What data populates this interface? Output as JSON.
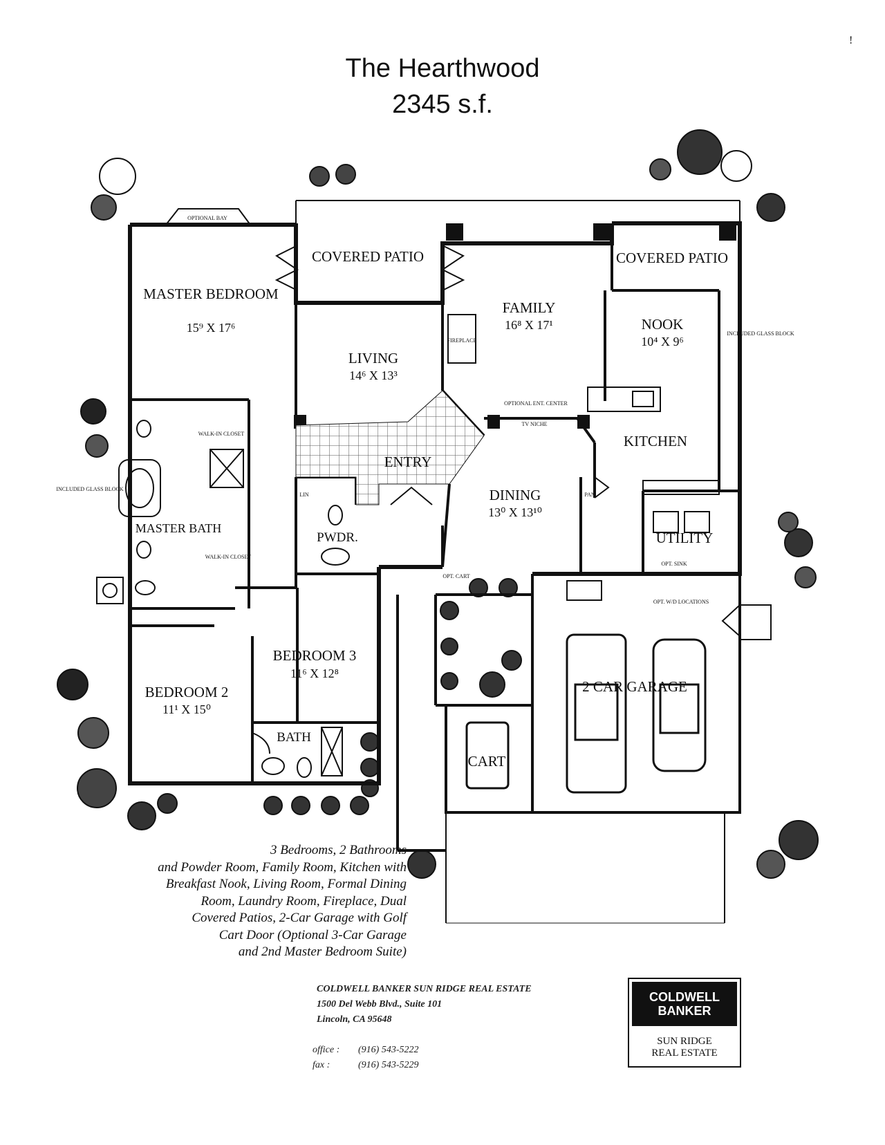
{
  "title": "The Hearthwood",
  "square_footage": "2345 s.f.",
  "rooms": {
    "master_bedroom": {
      "name": "MASTER BEDROOM",
      "dims": "15⁹ X 17⁶"
    },
    "covered_patio_left": {
      "name": "COVERED PATIO"
    },
    "covered_patio_right": {
      "name": "COVERED PATIO"
    },
    "family": {
      "name": "FAMILY",
      "dims": "16⁸ X 17¹"
    },
    "nook": {
      "name": "NOOK",
      "dims": "10⁴ X 9⁶"
    },
    "living": {
      "name": "LIVING",
      "dims": "14⁶ X 13³"
    },
    "kitchen": {
      "name": "KITCHEN"
    },
    "entry": {
      "name": "ENTRY"
    },
    "dining": {
      "name": "DINING",
      "dims": "13⁰ X 13¹⁰"
    },
    "master_bath": {
      "name": "MASTER BATH"
    },
    "powder": {
      "name": "PWDR."
    },
    "utility": {
      "name": "UTILITY"
    },
    "bedroom3": {
      "name": "BEDROOM 3",
      "dims": "11⁶ X 12⁸"
    },
    "bedroom2": {
      "name": "BEDROOM 2",
      "dims": "11¹ X 15⁰"
    },
    "bath": {
      "name": "BATH"
    },
    "garage": {
      "name": "2 CAR GARAGE"
    },
    "cart": {
      "name": "CART"
    }
  },
  "small_labels": {
    "optional_bay": "OPTIONAL BAY",
    "walk_in_closet_1": "WALK-IN CLOSET",
    "walk_in_closet_2": "WALK-IN CLOSET",
    "included_glass_block_left": "INCLUDED GLASS BLOCK",
    "included_glass_block_right": "INCLUDED GLASS BLOCK",
    "fireplace": "FIREPLACE",
    "optional_ent_center": "OPTIONAL ENT. CENTER",
    "tv_niche": "TV NICHE",
    "linen": "LIN",
    "pantry": "PAN",
    "opt_sink": "OPT. SINK",
    "opt_wd_locations": "OPT. W/D LOCATIONS",
    "opt_cart": "OPT. CART"
  },
  "description": [
    "3 Bedrooms, 2 Bathrooms",
    "and Powder Room, Family Room, Kitchen with",
    "Breakfast Nook, Living Room, Formal Dining",
    "Room, Laundry Room, Fireplace, Dual",
    "Covered Patios, 2-Car Garage with Golf",
    "Cart Door (Optional 3-Car Garage",
    "and 2nd Master Bedroom Suite)"
  ],
  "agency": {
    "name": "COLDWELL BANKER SUN RIDGE REAL ESTATE",
    "address_line1": "1500 Del Webb Blvd., Suite 101",
    "address_line2": "Lincoln, CA 95648",
    "office_label": "office :",
    "office_phone": "(916) 543-5222",
    "fax_label": "fax :",
    "fax_phone": "(916) 543-5229"
  },
  "logo": {
    "line1": "COLDWELL",
    "line2": "BANKER",
    "sub1": "SUN RIDGE",
    "sub2": "REAL ESTATE"
  },
  "corner_mark": "!",
  "colors": {
    "ink": "#111111",
    "paper": "#ffffff",
    "tile": "#555555"
  }
}
